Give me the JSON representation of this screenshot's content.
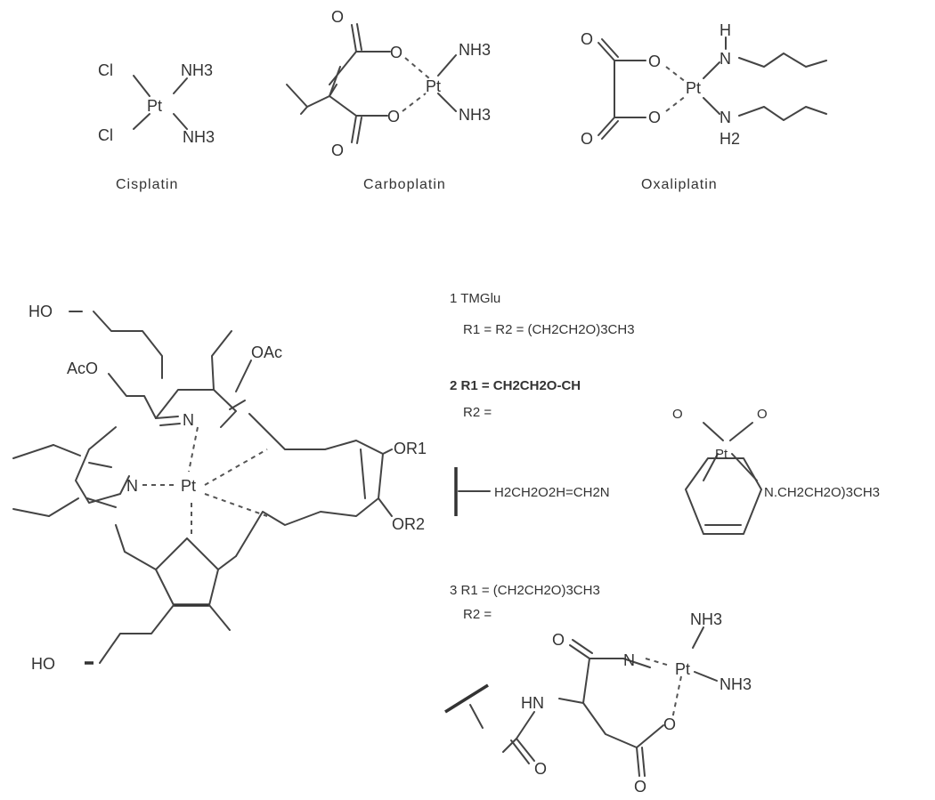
{
  "drugs": {
    "cisplatin": {
      "name": "Cisplatin",
      "atoms": {
        "cl1": "Cl",
        "cl2": "Cl",
        "pt": "Pt",
        "n1": "NH3",
        "n2": "NH3"
      }
    },
    "carboplatin": {
      "name": "Carboplatin",
      "atoms": {
        "o_top": "O",
        "o_bot": "O",
        "o1": "O",
        "o2": "O",
        "pt": "Pt",
        "n1": "NH3",
        "n2": "NH3"
      }
    },
    "oxaliplatin": {
      "name": "Oxaliplatin",
      "atoms": {
        "o_top": "O",
        "o1": "O",
        "o_bot": "O",
        "o2": "O",
        "pt": "Pt",
        "h": "H",
        "n1": "N",
        "n2": "N",
        "h2": "H2"
      }
    }
  },
  "porphyrin": {
    "labels": {
      "ho_top": "HO",
      "aco": "AcO",
      "oac": "OAc",
      "n_top": "N",
      "n_left": "N",
      "pt": "Pt",
      "or1": "OR1",
      "or2": "OR2",
      "ho_bot": "HO"
    }
  },
  "compounds": {
    "c1": {
      "title": "1 TMGlu",
      "rline": "R1 = R2 = (CH2CH2O)3CH3"
    },
    "c2": {
      "title": "2 R1 = CH2CH2O-CH",
      "r2": "R2 =",
      "chain_left": "H2CH2O2H=CH2N",
      "chain_right": "N.CH2CH2O)3CH3",
      "atoms": {
        "pt": "Pt",
        "o1": "O",
        "o2": "O"
      }
    },
    "c3": {
      "title": "3 R1 = (CH2CH2O)3CH3",
      "r2": "R2 =",
      "atoms": {
        "o1": "O",
        "n": "N",
        "pt": "Pt",
        "nh3a": "NH3",
        "nh3b": "NH3",
        "hn": "HN",
        "o_ring": "O",
        "o_bot": "O",
        "o_left": "O"
      }
    }
  }
}
